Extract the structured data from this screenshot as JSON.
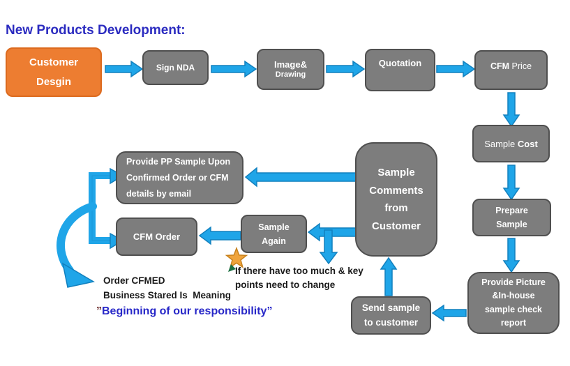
{
  "title": "New Products Development:",
  "colors": {
    "accent_blue": "#1fa5e8",
    "box_gray": "#7d7d7d",
    "box_orange": "#ed7d31",
    "title_blue": "#2b2bc0",
    "note_black": "#1a1a1a",
    "responsibility_blue": "#2727c8",
    "quote_maroon": "#6b2b2b",
    "star_gold": "#f0a43c",
    "star_green": "#1e7145"
  },
  "boxes": {
    "customer_design": {
      "text": "Customer\nDesgin"
    },
    "sign_nda": {
      "text": "Sign NDA"
    },
    "image_drawing": {
      "bold": "Image&",
      "regular": "Drawing"
    },
    "quotation": {
      "text": "Quotation"
    },
    "cfm_price": {
      "bold": "CFM",
      "regular": " Price"
    },
    "sample_cost": {
      "regular": "Sample ",
      "bold": "Cost"
    },
    "prepare_sample": {
      "text": "Prepare\nSample"
    },
    "provide_picture": {
      "text": "Provide Picture\n&In-house\nsample check\nreport"
    },
    "send_sample": {
      "text": "Send sample\nto customer"
    },
    "sample_comments": {
      "text": "Sample\nComments\nfrom\nCustomer"
    },
    "provide_pp": {
      "text": "Provide PP Sample Upon\nConfirmed Order or CFM\ndetails by email"
    },
    "sample_again": {
      "text": "Sample\nAgain"
    },
    "cfm_order": {
      "text": "CFM Order"
    }
  },
  "notes": {
    "change_note": {
      "text": "If there have too much & key\npoints need to change"
    },
    "order_note": {
      "text": "Order CFMED\nBusiness Stared Is  Meaning"
    },
    "responsibility": {
      "open_quote": "”",
      "text": "Beginning of our responsibility",
      "close_quote": "”"
    }
  },
  "icons": {
    "star": "gold-star-icon",
    "green_mark": "green-check-mark-icon"
  }
}
